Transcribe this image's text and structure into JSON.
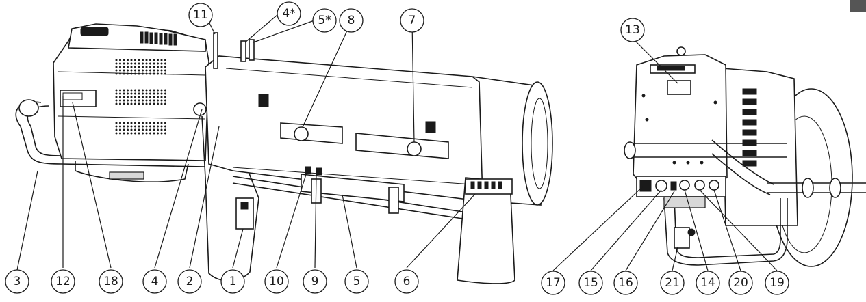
{
  "colors": {
    "ink": "#1a1a1a",
    "tab": "#555555",
    "background": "#ffffff"
  },
  "callouts": [
    {
      "id": "c3",
      "label": "3"
    },
    {
      "id": "c12",
      "label": "12"
    },
    {
      "id": "c18",
      "label": "18"
    },
    {
      "id": "c4",
      "label": "4"
    },
    {
      "id": "c2",
      "label": "2"
    },
    {
      "id": "c1",
      "label": "1"
    },
    {
      "id": "c10",
      "label": "10"
    },
    {
      "id": "c9",
      "label": "9"
    },
    {
      "id": "c5",
      "label": "5"
    },
    {
      "id": "c6",
      "label": "6"
    },
    {
      "id": "c11",
      "label": "11"
    },
    {
      "id": "c4s",
      "label": "4*"
    },
    {
      "id": "c5s",
      "label": "5*"
    },
    {
      "id": "c8",
      "label": "8"
    },
    {
      "id": "c7",
      "label": "7"
    },
    {
      "id": "c13",
      "label": "13"
    },
    {
      "id": "c17",
      "label": "17"
    },
    {
      "id": "c15",
      "label": "15"
    },
    {
      "id": "c16",
      "label": "16"
    },
    {
      "id": "c21",
      "label": "21"
    },
    {
      "id": "c14",
      "label": "14"
    },
    {
      "id": "c20",
      "label": "20"
    },
    {
      "id": "c19",
      "label": "19"
    }
  ]
}
